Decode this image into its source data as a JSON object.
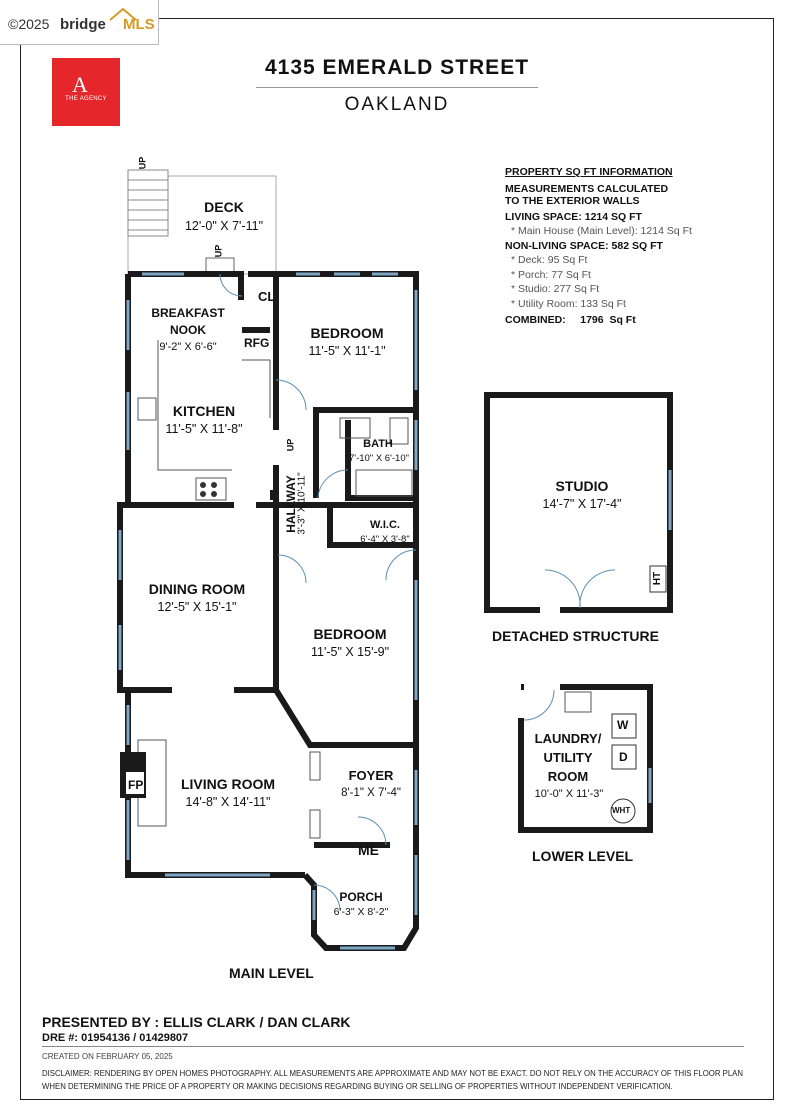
{
  "watermark": {
    "copyright": "©2025",
    "brand_prefix": "bridge",
    "brand_suffix": "MLS"
  },
  "agency": {
    "mark": "A",
    "name": "THE AGENCY"
  },
  "header": {
    "address": "4135 EMERALD STREET",
    "city": "OAKLAND"
  },
  "info": {
    "heading": "PROPERTY SQ FT INFORMATION",
    "note_line1": "MEASUREMENTS CALCULATED",
    "note_line2": "TO THE EXTERIOR WALLS",
    "living_label": "LIVING SPACE: 1214 SQ FT",
    "living_items": [
      "*  Main House (Main Level):  1214 Sq Ft"
    ],
    "nonliving_label": "NON-LIVING SPACE: 582 SQ FT",
    "nonliving_items": [
      "*  Deck:  95 Sq Ft",
      "*  Porch:  77 Sq Ft",
      "*  Studio:  277 Sq Ft",
      "*  Utility Room:  133 Sq Ft"
    ],
    "combined": "COMBINED:     1796  Sq Ft"
  },
  "rooms": {
    "deck": {
      "name": "DECK",
      "dims": "12'-0\" X 7'-11\""
    },
    "breakfast": {
      "name_line1": "BREAKFAST",
      "name_line2": "NOOK",
      "dims": "9'-2\" X 6'-6\""
    },
    "kitchen": {
      "name": "KITCHEN",
      "dims": "11'-5\" X 11'-8\""
    },
    "bedroom1": {
      "name": "BEDROOM",
      "dims": "11'-5\" X 11'-1\""
    },
    "bath": {
      "name": "BATH",
      "dims": "7'-10\" X 6'-10\""
    },
    "hallway": {
      "name": "HALLWAY",
      "dims": "3'-3\" X 10'-11\""
    },
    "wic": {
      "name": "W.I.C.",
      "dims": "6'-4\" X 3'-8\""
    },
    "dining": {
      "name": "DINING ROOM",
      "dims": "12'-5\" X 15'-1\""
    },
    "bedroom2": {
      "name": "BEDROOM",
      "dims": "11'-5\" X 15'-9\""
    },
    "living": {
      "name": "LIVING ROOM",
      "dims": "14'-8\" X 14'-11\""
    },
    "foyer": {
      "name": "FOYER",
      "dims": "8'-1\" X 7'-4\""
    },
    "porch": {
      "name": "PORCH",
      "dims": "6'-3\" X 8'-2\""
    },
    "studio": {
      "name": "STUDIO",
      "dims": "14'-7\" X 17'-4\""
    },
    "laundry": {
      "name_line1": "LAUNDRY/",
      "name_line2": "UTILITY",
      "name_line3": "ROOM",
      "dims": "10'-0\" X 11'-3\""
    }
  },
  "fixtures": {
    "cl": "CL",
    "rfg": "RFG",
    "fp": "FP",
    "me": "ME",
    "ht": "HT",
    "w": "W",
    "d": "D",
    "wht": "WHT",
    "up": "UP"
  },
  "levels": {
    "main": "MAIN LEVEL",
    "detached": "DETACHED STRUCTURE",
    "lower": "LOWER LEVEL"
  },
  "footer": {
    "presented": "PRESENTED BY : ELLIS CLARK / DAN CLARK",
    "dre": "DRE #: 01954136 / 01429807",
    "created": "CREATED ON FEBRUARY 05, 2025",
    "disclaimer": "DISCLAIMER: RENDERING BY OPEN HOMES PHOTOGRAPHY. ALL MEASUREMENTS ARE APPROXIMATE AND MAY NOT BE EXACT. DO NOT RELY ON THE ACCURACY OF THIS FLOOR PLAN WHEN DETERMINING THE PRICE OF A PROPERTY OR MAKING DECISIONS REGARDING BUYING OR SELLING OF PROPERTIES WITHOUT INDEPENDENT VERIFICATION."
  },
  "colors": {
    "wall": "#1a1a1a",
    "window": "#7fa7c4",
    "agency_red": "#e5262b",
    "mls_gold": "#d49a22"
  }
}
